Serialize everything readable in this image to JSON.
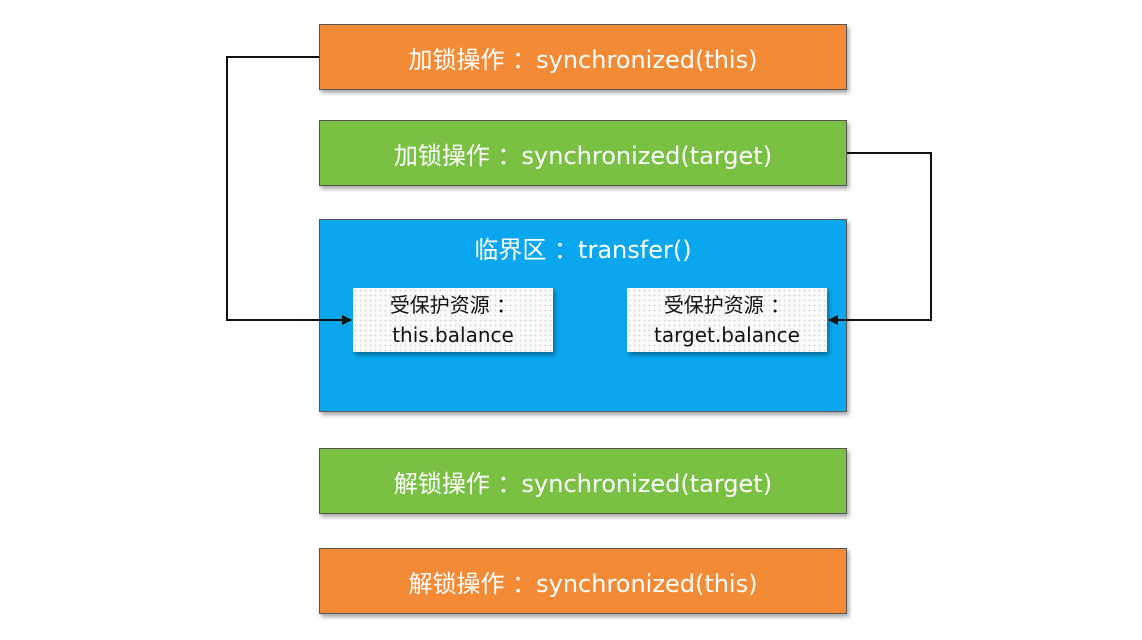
{
  "lock_this": {
    "label": "加锁操作 ：synchronized(this)"
  },
  "lock_target": {
    "label": "加锁操作 ：synchronized(target)"
  },
  "critical": {
    "label": "临界区 ：transfer()"
  },
  "resource_this": {
    "line1": "受保护资源 ：",
    "line2": "this.balance"
  },
  "resource_target": {
    "line1": "受保护资源 ：",
    "line2": "target.balance"
  },
  "unlock_target": {
    "label": "解锁操作 ：synchronized(target)"
  },
  "unlock_this": {
    "label": "解锁操作 ：synchronized(this)"
  },
  "colors": {
    "orange": "#f38b36",
    "green": "#7ac143",
    "blue": "#0aa7ee",
    "connector": "#111111"
  }
}
